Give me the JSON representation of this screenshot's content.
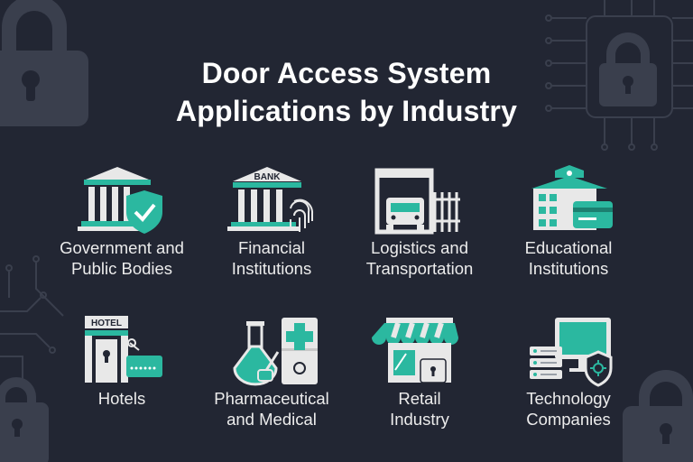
{
  "title": {
    "line1": "Door Access System",
    "line2": "Applications by Industry"
  },
  "colors": {
    "background": "#222633",
    "accent": "#2bb8a0",
    "icon_light": "#e8e8e8",
    "decor": "#3a3f4d"
  },
  "industries": [
    {
      "line1": "Government and",
      "line2": "Public Bodies",
      "icon": "government-building-shield-icon"
    },
    {
      "line1": "Financial",
      "line2": "Institutions",
      "icon": "bank-fingerprint-icon",
      "icon_text": "BANK"
    },
    {
      "line1": "Logistics and",
      "line2": "Transportation",
      "icon": "truck-gate-icon"
    },
    {
      "line1": "Educational",
      "line2": "Institutions",
      "icon": "school-card-icon"
    },
    {
      "line1": "Hotels",
      "line2": "",
      "icon": "hotel-door-icon",
      "icon_text": "HOTEL"
    },
    {
      "line1": "Pharmaceutical",
      "line2": "and Medical",
      "icon": "flask-medical-icon"
    },
    {
      "line1": "Retail",
      "line2": "Industry",
      "icon": "store-lock-icon"
    },
    {
      "line1": "Technology",
      "line2": "Companies",
      "icon": "server-monitor-shield-icon"
    }
  ]
}
